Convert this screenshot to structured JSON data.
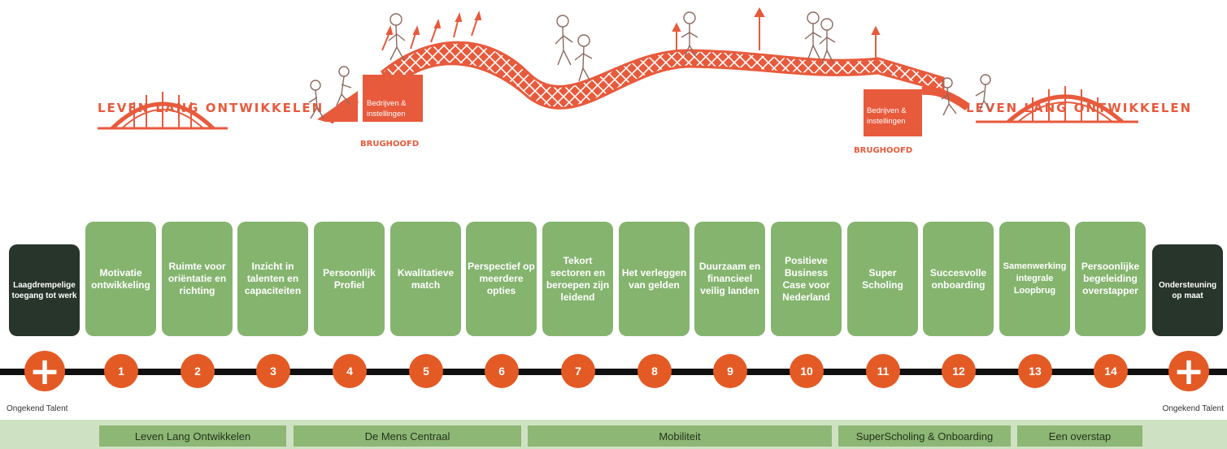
{
  "illustration": {
    "left_lettering": "LEVEN LANG ONTWIKKELEN",
    "right_lettering": "LEVEN LANG ONTWIKKELEN",
    "box_label": "Bedrijven & instellingen",
    "box_label_line1": "Bedrijven &",
    "box_label_line2": "instellingen",
    "abutment_label": "BRUGHOOFD"
  },
  "cards": {
    "start": "Laagdrempelige toegang tot werk",
    "end": "Ondersteuning op maat",
    "steps": [
      "Motivatie ontwikkeling",
      "Ruimte voor oriëntatie en richting",
      "Inzicht in talenten en capaciteiten",
      "Persoonlijk Profiel",
      "Kwalitatieve match",
      "Perspectief op meerdere opties",
      "Tekort sectoren en beroepen zijn leidend",
      "Het verleggen van gelden",
      "Duurzaam en financieel veilig landen",
      "Positieve Business Case voor Nederland",
      "Super Scholing",
      "Succesvolle onboarding",
      "Samenwerking integrale Loopbrug",
      "Persoonlijke begeleiding overstapper"
    ]
  },
  "timeline": {
    "numbers": [
      "1",
      "2",
      "3",
      "4",
      "5",
      "6",
      "7",
      "8",
      "9",
      "10",
      "11",
      "12",
      "13",
      "14"
    ],
    "plus_symbol": "+"
  },
  "talent_left": "Ongekend Talent",
  "talent_right": "Ongekend Talent",
  "categories": [
    "Leven Lang Ontwikkelen",
    "De Mens Centraal",
    "Mobiliteit",
    "SuperScholing & Onboarding",
    "Een overstap"
  ],
  "colors": {
    "bridge": "#e85a3c",
    "card_green": "#85b46f",
    "card_dark": "#27352a",
    "circle_orange": "#e45a25",
    "band_light": "#cfe1c3",
    "category_green": "#8db774"
  }
}
